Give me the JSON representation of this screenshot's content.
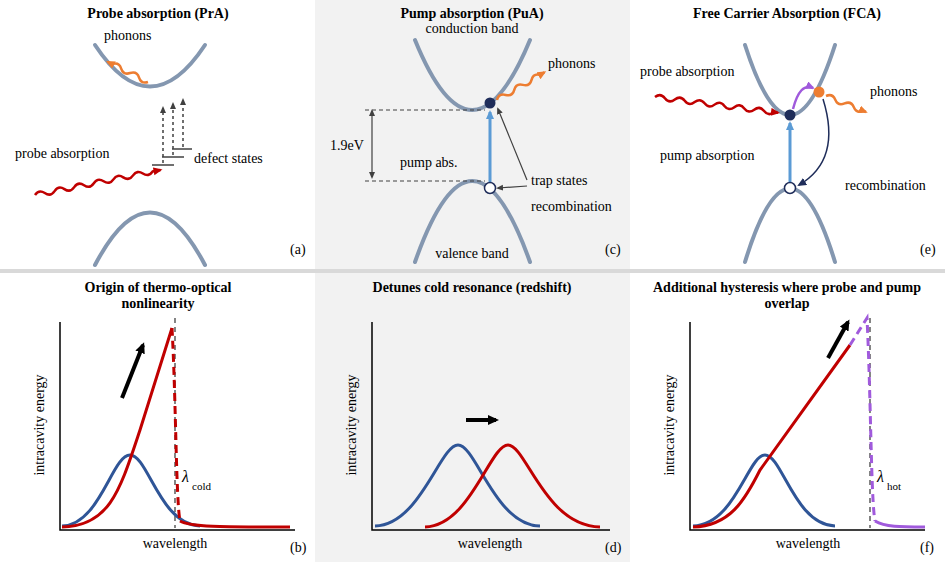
{
  "diagram": {
    "labels": [
      "Probe absorption (PrA)",
      "phonons",
      "probe absorption",
      "defect states",
      "(a)",
      "Pump absorption (PuA)",
      "conduction band",
      "phonons",
      "1.9eV",
      "pump abs.",
      "trap states",
      "recombination",
      "valence band",
      "(c)",
      "Free Carrier Absorption (FCA)",
      "probe absorption",
      "phonons",
      "pump absorption",
      "recombination",
      "(e)",
      "Origin of thermo-optical nonlinearity",
      "Detunes cold resonance (redshift)",
      "Additional hysteresis where probe and pump overlap",
      "intracavity energy",
      "wavelength",
      "λ",
      "cold",
      "(b)",
      "intracavity energy",
      "wavelength",
      "(d)",
      "intracavity energy",
      "wavelength",
      "λ",
      "hot",
      "(f)"
    ]
  }
}
